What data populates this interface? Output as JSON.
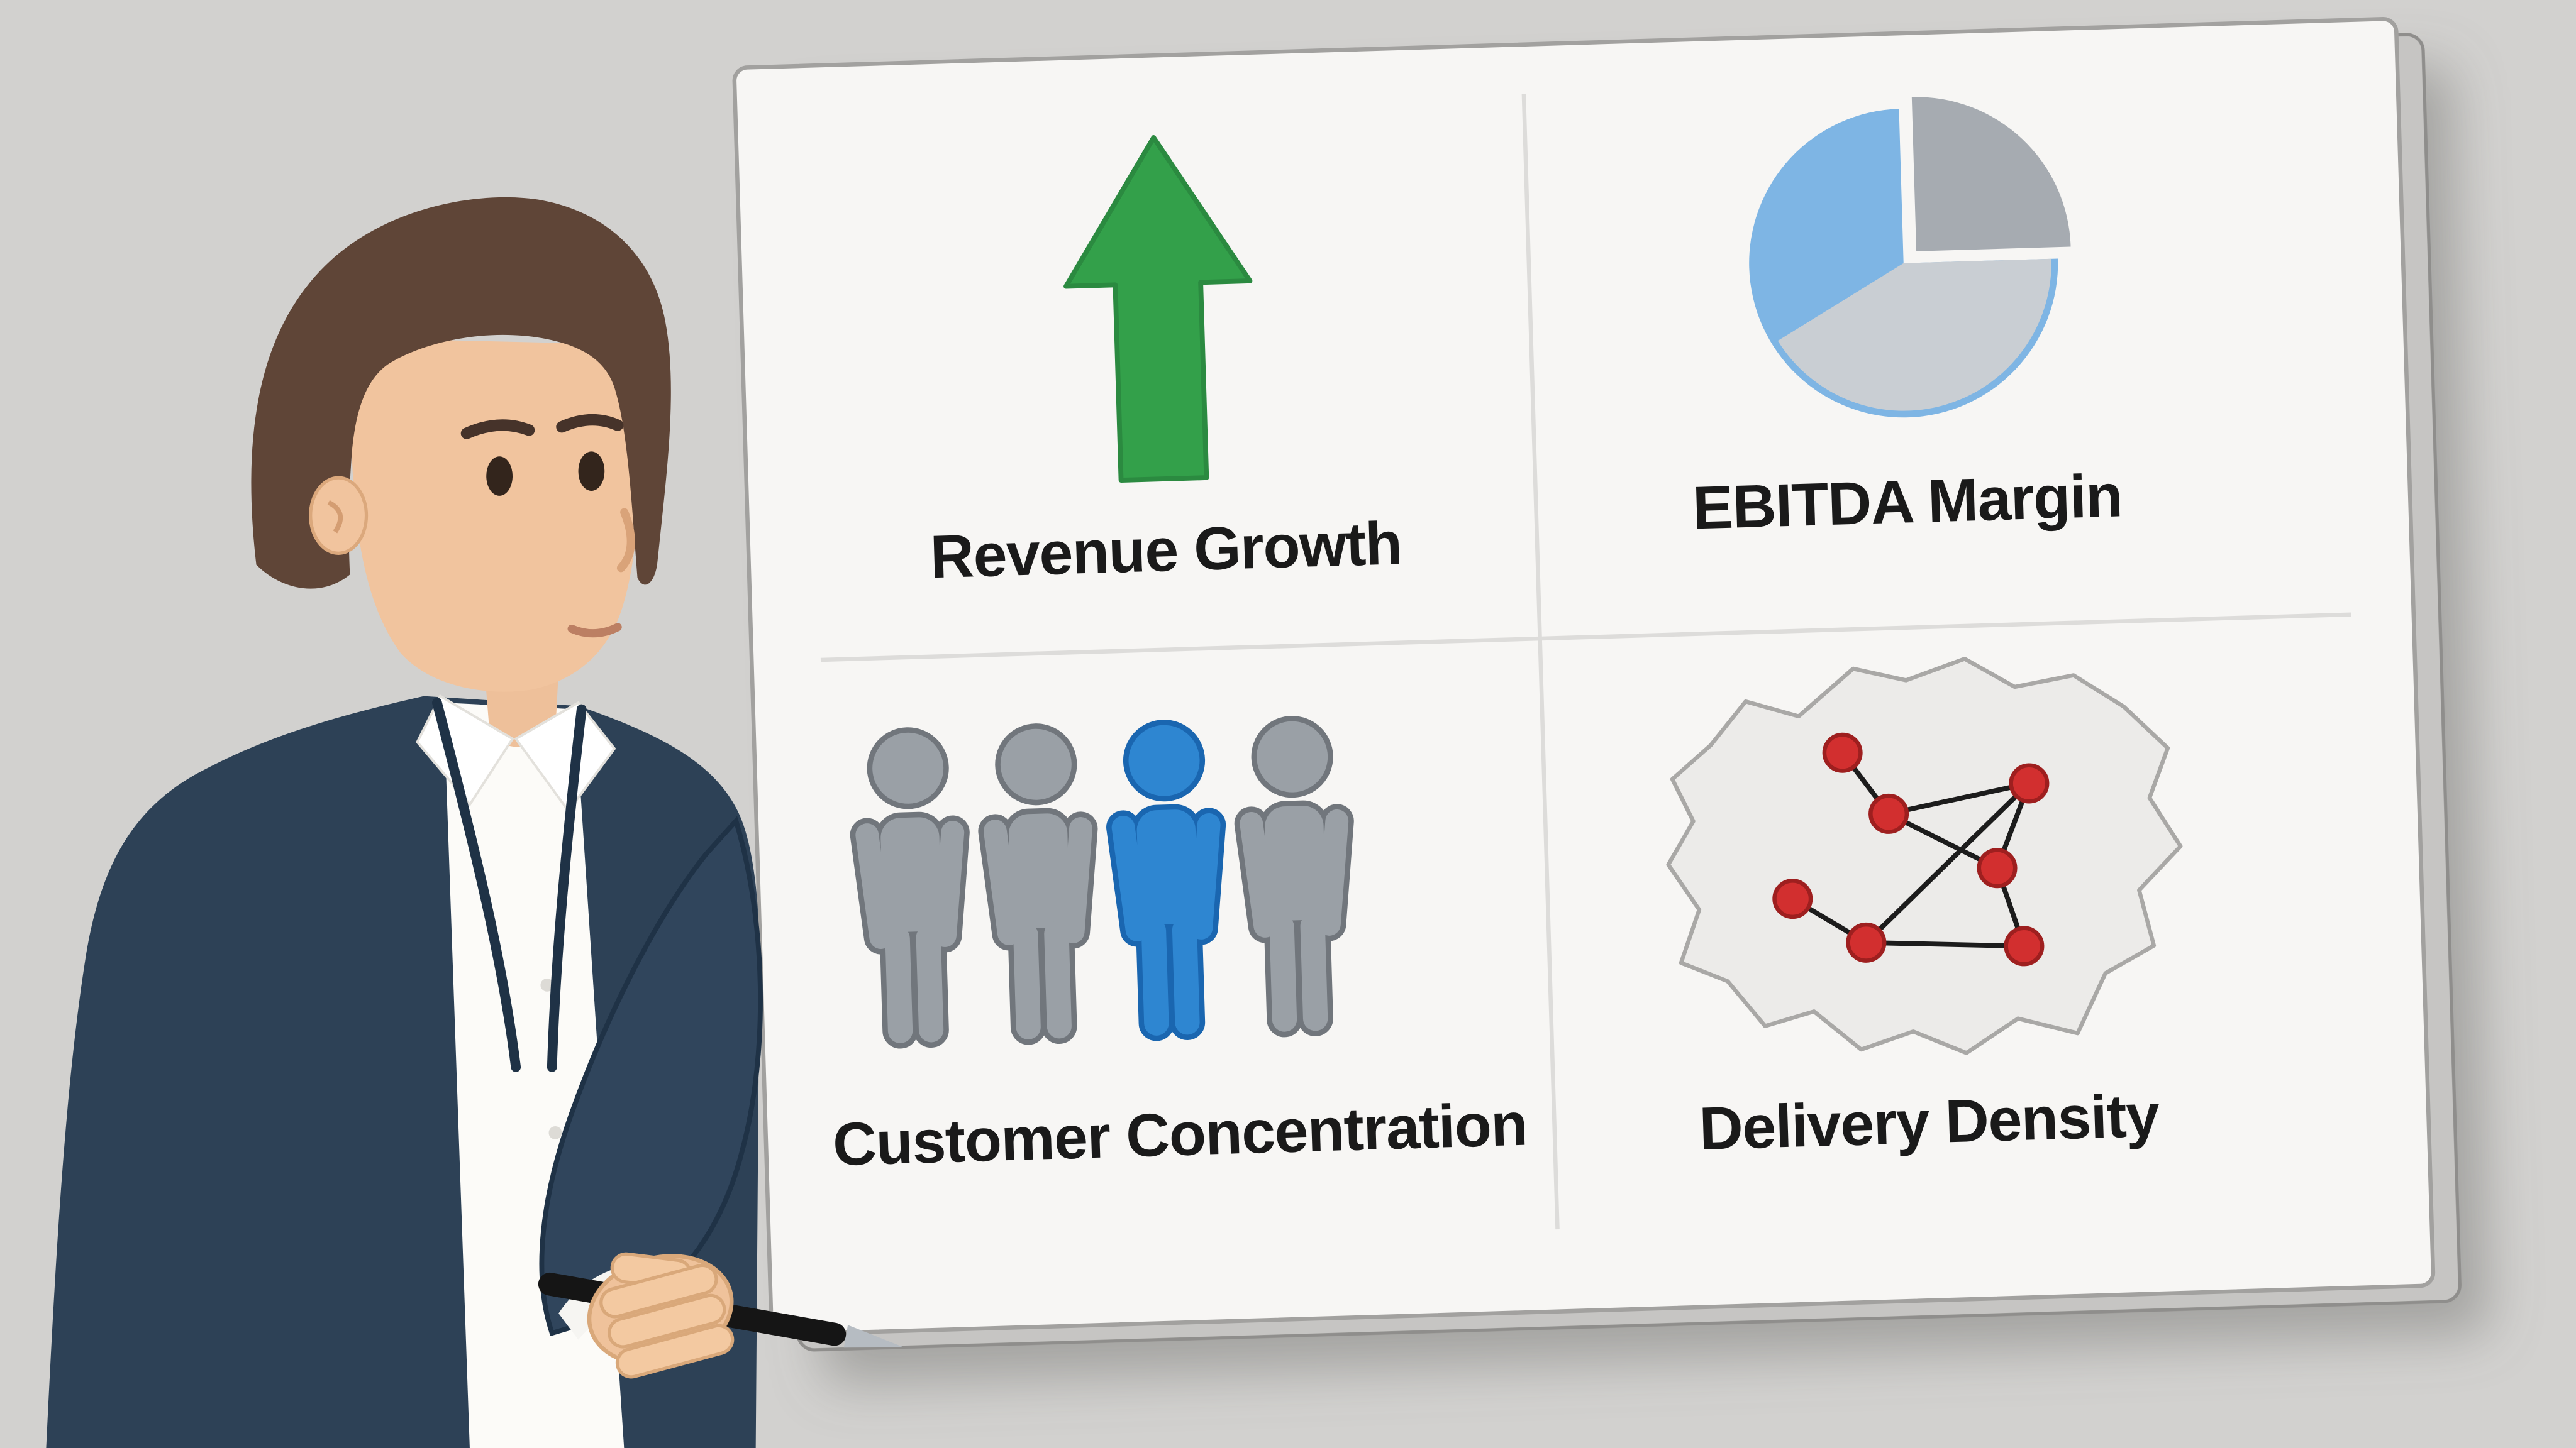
{
  "scene": {
    "background_color": "#d2d1cf",
    "text_color": "#1a1a1a"
  },
  "board": {
    "face_color": "#f7f6f4",
    "frame_color": "#a2a19f",
    "edge_color": "#c6c5c3",
    "divider_color": "#dddcda",
    "quadrants": [
      {
        "label": "Revenue Growth",
        "icon": "up-arrow-icon",
        "accent_color": "#33a04a"
      },
      {
        "label": "EBITDA Margin",
        "icon": "pie-chart-icon",
        "accent_color": "#7eb5e4"
      },
      {
        "label": "Customer Concentration",
        "icon": "people-icon",
        "accent_color": "#2e86d1"
      },
      {
        "label": "Delivery Density",
        "icon": "map-network-icon",
        "accent_color": "#d22f2f"
      }
    ]
  },
  "icons": {
    "arrow": {
      "direction": "up",
      "color": "#33a04a"
    },
    "pie": {
      "slices": [
        {
          "name": "blue",
          "color": "#7eb5e4",
          "fraction": 0.33
        },
        {
          "name": "exploded-gray",
          "color": "#a6abb1",
          "fraction": 0.25
        },
        {
          "name": "light-gray",
          "color": "#c9ced3",
          "fraction": 0.42
        }
      ]
    },
    "people": {
      "count": 4,
      "highlighted_index": 3,
      "base_color": "#9aa0a6",
      "highlight_color": "#2e86d1",
      "outline_color": "#71767c"
    },
    "map": {
      "node_count": 7,
      "node_color": "#d22f2f",
      "edge_color": "#1c1c1c",
      "region_color": "#ecebe9"
    }
  }
}
